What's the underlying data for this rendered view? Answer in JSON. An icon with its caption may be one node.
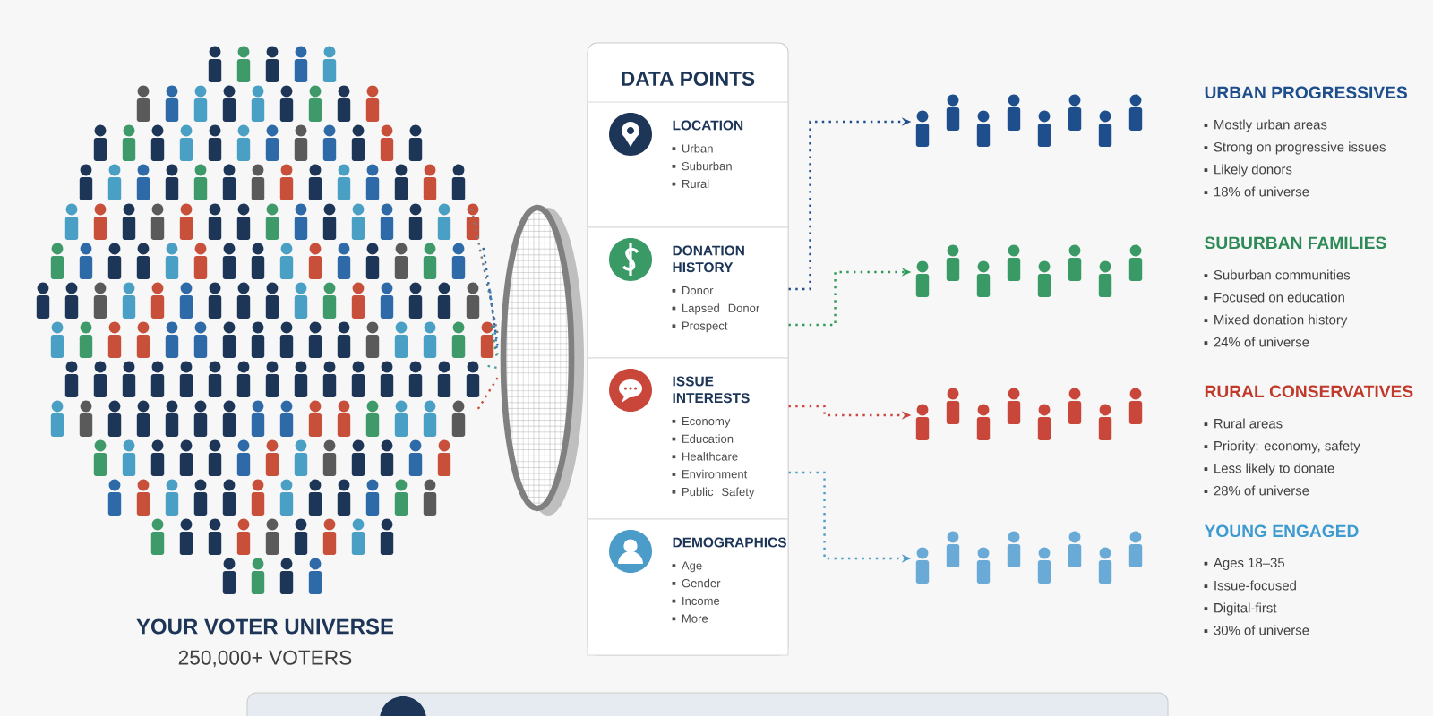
{
  "diagram": {
    "nodes": [
      {
        "text": [],
        "shape": "picture",
        "beside": [
          "YOUR VOTER UNIVERSE",
          "250,000+ VOTERS"
        ]
      },
      {
        "text": [],
        "shape": "picture"
      },
      {
        "text": [
          "DATA POINTS"
        ]
      },
      {
        "text": [
          "LOCATION",
          "Urban",
          "Suburban",
          "Rural"
        ],
        "in": 2
      },
      {
        "text": [
          "DONATION HISTORY",
          "Donor",
          "Lapsed Donor",
          "Prospect"
        ],
        "in": 2
      },
      {
        "text": [
          "ISSUE INTERESTS",
          "Economy",
          "Education",
          "Healthcare",
          "Environment",
          "Public Safety"
        ],
        "in": 2
      },
      {
        "text": [
          "DEMOGRAPHICS",
          "Age",
          "Gender",
          "Income",
          "More"
        ],
        "in": 2
      },
      {
        "text": [],
        "shape": "picture",
        "beside": [
          "URBAN PROGRESSIVES",
          "Mostly urban areas",
          "Strong on progressive issues",
          "Likely donors",
          "18% of universe"
        ]
      },
      {
        "text": [],
        "shape": "picture",
        "beside": [
          "SUBURBAN FAMILIES",
          "Suburban communities",
          "Focused on education",
          "Mixed donation history",
          "24% of universe"
        ]
      },
      {
        "text": [],
        "shape": "picture",
        "beside": [
          "RURAL CONSERVATIVES",
          "Rural areas",
          "Priority: economy, safety",
          "Less likely to donate",
          "28% of universe"
        ]
      },
      {
        "text": [],
        "shape": "picture",
        "beside": [
          "YOUNG ENGAGED",
          "Ages 18–35",
          "Issue-focused",
          "Digital-first",
          "30% of universe"
        ]
      }
    ],
    "edges": [
      {
        "from": 0,
        "to": 1,
        "arrow": "none",
        "color": "#7a7a7a"
      },
      {
        "from": 0,
        "to": 1,
        "arrow": "none",
        "color": "#2e6aa8"
      },
      {
        "from": 0,
        "to": 1,
        "arrow": "none",
        "color": "#3b7fb8"
      },
      {
        "from": 0,
        "to": 1,
        "arrow": "none",
        "color": "#3f9a6a"
      },
      {
        "from": 0,
        "to": 1,
        "arrow": "none",
        "color": "#4a9aa0"
      },
      {
        "from": 0,
        "to": 1,
        "arrow": "none",
        "color": "#c8503a"
      },
      {
        "from": 4,
        "to": 7,
        "arrow": "to",
        "color": "#1f4e8c"
      },
      {
        "from": 4,
        "to": 8,
        "arrow": "to",
        "color": "#2e9a5a"
      },
      {
        "from": 5,
        "to": 9,
        "arrow": "to",
        "color": "#c8473a"
      },
      {
        "from": 5,
        "to": 10,
        "arrow": "to",
        "color": "#4b9cc9"
      }
    ]
  }
}
